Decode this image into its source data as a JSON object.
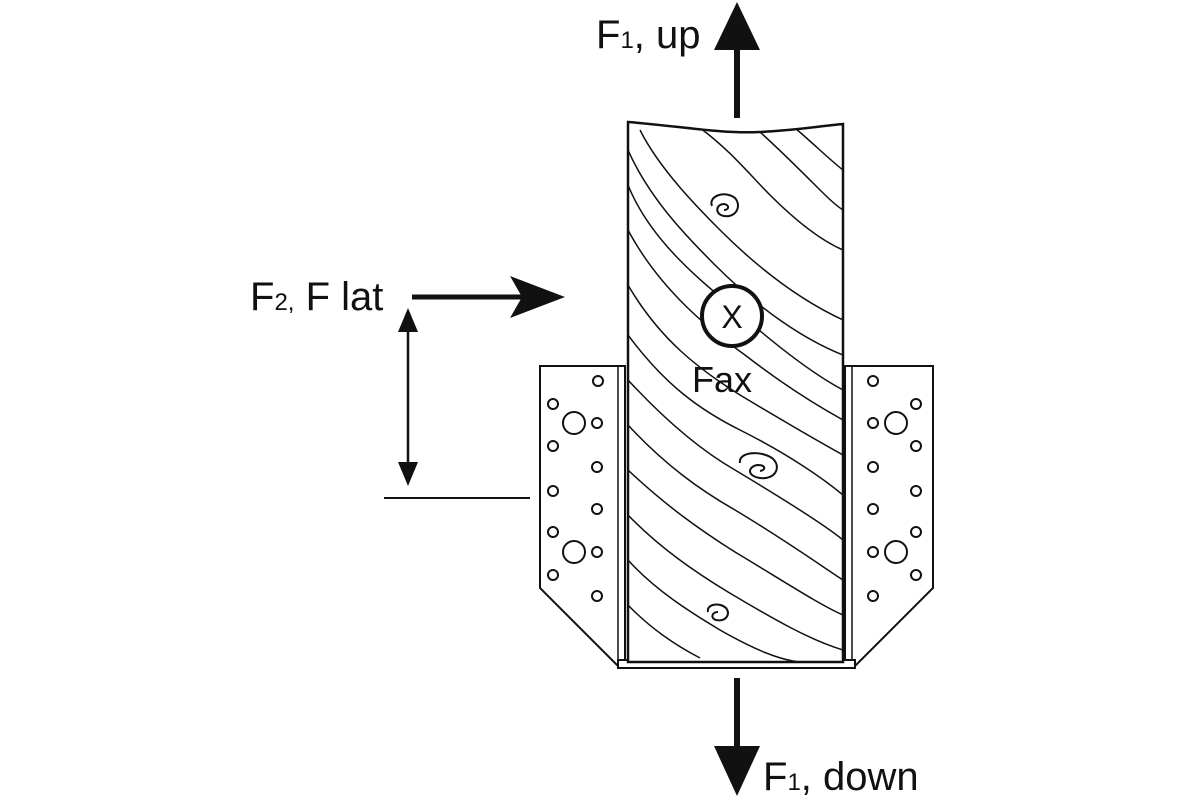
{
  "labels": {
    "f1_up": {
      "main": "F",
      "sub": "1",
      "rest": ", up"
    },
    "f1_down": {
      "main": "F",
      "sub": "1",
      "rest": ", down"
    },
    "f2_lat": {
      "main": "F",
      "sub": "2,",
      "rest": " F lat"
    },
    "axial": {
      "symbol": "X",
      "text": "Fax"
    }
  },
  "colors": {
    "stroke": "#111111",
    "background": "#ffffff",
    "bracket_fill": "#ffffff"
  },
  "icons": {
    "up_arrow": "arrow-up-icon",
    "down_arrow": "arrow-down-icon",
    "right_arrow": "arrow-right-icon",
    "axial_marker": "circled-x-icon"
  }
}
